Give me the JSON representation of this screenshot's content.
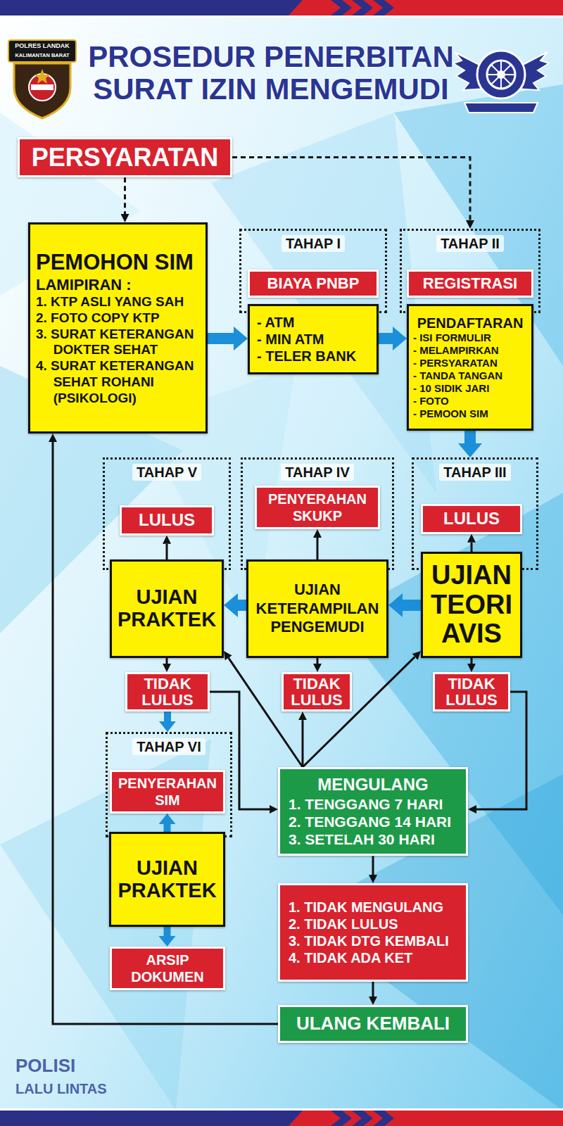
{
  "diagram": {
    "title": "PROSEDUR PENERBITAN SURAT IZIN MENGEMUDI",
    "nodes": [
      {
        "text": [
          "PERSYARATAN"
        ]
      },
      {
        "text": [
          "PEMOHON SIM",
          "LAMIPIRAN :",
          "1. KTP ASLI YANG SAH",
          "2. FOTO COPY KTP",
          "3. SURAT KETERANGAN DOKTER SEHAT",
          "4. SURAT KETERANGAN SEHAT ROHANI (PSIKOLOGI)"
        ]
      },
      {
        "text": [
          "TAHAP I"
        ]
      },
      {
        "text": [
          "BIAYA PNBP"
        ],
        "in": 2
      },
      {
        "text": [
          "- ATM",
          "- MIN ATM",
          "- TELER BANK"
        ]
      },
      {
        "text": [
          "TAHAP II"
        ]
      },
      {
        "text": [
          "REGISTRASI"
        ],
        "in": 5
      },
      {
        "text": [
          "PENDAFTARAN",
          "- ISI FORMULIR",
          "- MELAMPIRKAN",
          "- PERSYARATAN",
          "- TANDA TANGAN",
          "- 10 SIDIK JARI",
          "- FOTO",
          "- PEMOON SIM"
        ]
      },
      {
        "text": [
          "TAHAP III"
        ]
      },
      {
        "text": [
          "LULUS"
        ],
        "in": 8
      },
      {
        "text": [
          "UJIAN TEORI AVIS"
        ]
      },
      {
        "text": [
          "TIDAK LULUS"
        ]
      },
      {
        "text": [
          "TAHAP IV"
        ]
      },
      {
        "text": [
          "PENYERAHAN SKUKP"
        ],
        "in": 12
      },
      {
        "text": [
          "UJIAN KETERAMPILAN PENGEMUDI"
        ]
      },
      {
        "text": [
          "TIDAK LULUS"
        ]
      },
      {
        "text": [
          "TAHAP V"
        ]
      },
      {
        "text": [
          "LULUS"
        ],
        "in": 16
      },
      {
        "text": [
          "UJIAN PRAKTEK"
        ]
      },
      {
        "text": [
          "TIDAK LULUS"
        ]
      },
      {
        "text": [
          "TAHAP VI"
        ]
      },
      {
        "text": [
          "PENYERAHAN SIM"
        ],
        "in": 20
      },
      {
        "text": [
          "UJIAN PRAKTEK"
        ]
      },
      {
        "text": [
          "ARSIP DOKUMEN"
        ]
      },
      {
        "text": [
          "MENGULANG",
          "1. TENGGANG 7 HARI",
          "2. TENGGANG 14 HARI",
          "3. SETELAH 30 HARI"
        ]
      },
      {
        "text": [
          "1. TIDAK MENGULANG",
          "2. TIDAK LULUS",
          "3. TIDAK DTG KEMBALI",
          "4. TIDAK ADA KET"
        ]
      },
      {
        "text": [
          "ULANG KEMBALI"
        ]
      }
    ],
    "edges": [
      {
        "from": 0,
        "to": 1,
        "arrow": "to"
      },
      {
        "from": 0,
        "to": 5,
        "arrow": "to"
      },
      {
        "from": 1,
        "to": 4,
        "arrow": "to"
      },
      {
        "from": 4,
        "to": 7,
        "arrow": "to"
      },
      {
        "from": 7,
        "to": 8,
        "arrow": "to"
      },
      {
        "from": 10,
        "to": 9,
        "arrow": "to"
      },
      {
        "from": 10,
        "to": 11,
        "arrow": "to"
      },
      {
        "from": 10,
        "to": 14,
        "arrow": "to"
      },
      {
        "from": 14,
        "to": 13,
        "arrow": "to"
      },
      {
        "from": 14,
        "to": 15,
        "arrow": "to"
      },
      {
        "from": 14,
        "to": 18,
        "arrow": "to"
      },
      {
        "from": 18,
        "to": 17,
        "arrow": "to"
      },
      {
        "from": 18,
        "to": 19,
        "arrow": "to"
      },
      {
        "from": 19,
        "to": 20,
        "arrow": "to"
      },
      {
        "from": 22,
        "to": 21,
        "arrow": "to"
      },
      {
        "from": 22,
        "to": 23,
        "arrow": "to"
      },
      {
        "from": 11,
        "to": 24,
        "arrow": "to"
      },
      {
        "from": 19,
        "to": 24,
        "arrow": "to"
      },
      {
        "from": 24,
        "to": 18,
        "arrow": "to"
      },
      {
        "from": 24,
        "to": 15,
        "arrow": "to"
      },
      {
        "from": 24,
        "to": 10,
        "arrow": "to"
      },
      {
        "from": 24,
        "to": 25,
        "arrow": "to"
      },
      {
        "from": 25,
        "to": 26,
        "arrow": "to"
      },
      {
        "from": 26,
        "to": 1,
        "arrow": "to"
      }
    ],
    "labels": [
      "POLRES LANDAK",
      "KALIMANTAN BARAT",
      "POLISI",
      "LALU LINTAS"
    ]
  }
}
